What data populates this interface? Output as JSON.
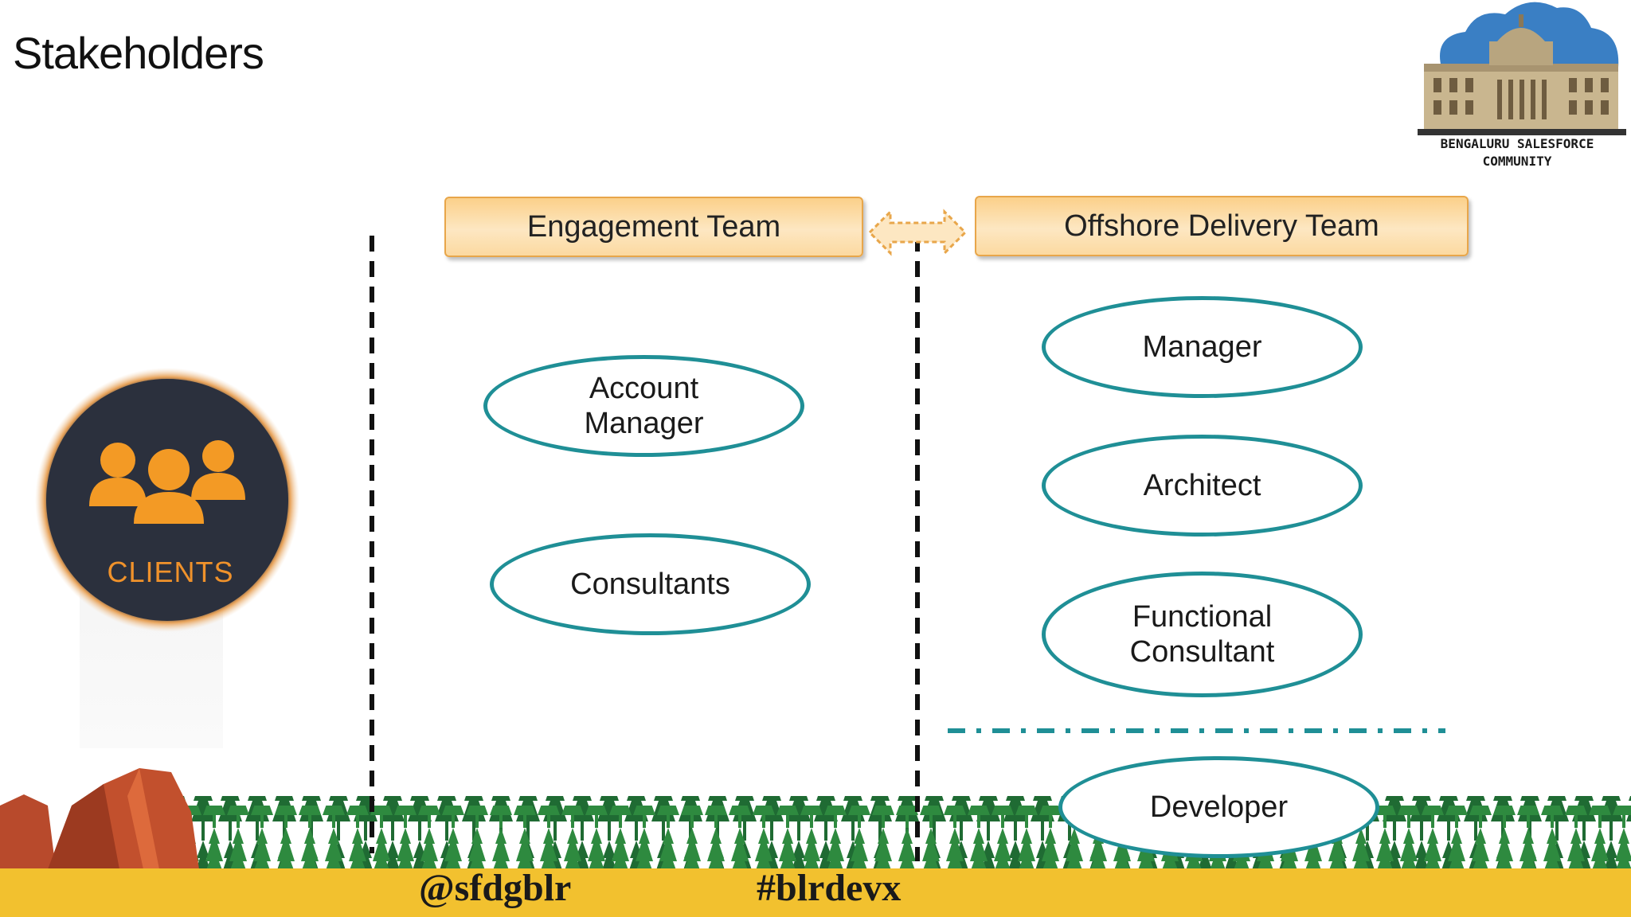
{
  "slide": {
    "title": "Stakeholders",
    "logo": {
      "line1": "BENGALURU SALESFORCE",
      "line2": "COMMUNITY"
    },
    "clients_label": "CLIENTS",
    "engagement_team": {
      "header": "Engagement Team",
      "roles": [
        "Account\nManager",
        "Consultants"
      ]
    },
    "offshore_team": {
      "header": "Offshore Delivery Team",
      "roles": [
        "Manager",
        "Architect",
        "Functional\nConsultant",
        "Developer"
      ]
    },
    "footer": {
      "handle": "@sfdgblr",
      "hashtag": "#blrdevx"
    },
    "colors": {
      "accent_teal": "#1f8f96",
      "box_orange": "#fbd08a",
      "footer_yellow": "#f2c12f",
      "clients_orange": "#f0922b"
    }
  }
}
